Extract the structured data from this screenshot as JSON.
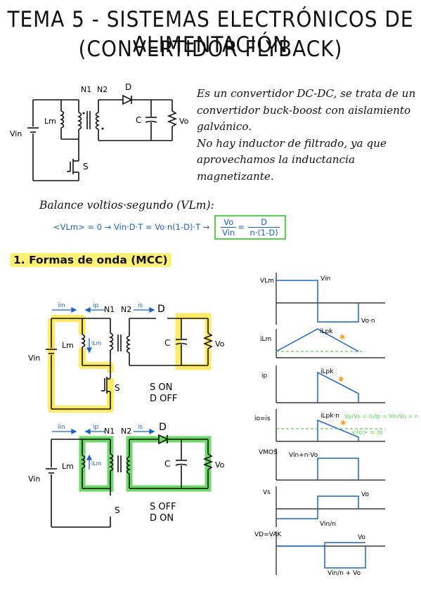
{
  "title": {
    "line1": "TEMA 5 - SISTEMAS ELECTRÓNICOS DE ALIMENTACIÓN",
    "line2": "(CONVERTIDOR FLYBACK)"
  },
  "description": {
    "p1": "Es un convertidor DC-DC, se trata de un convertidor buck-boost con aislamiento galvánico.",
    "p2": "No hay inductor de filtrado, ya que aprovechamos la inductancia magnetizante."
  },
  "balance": {
    "label": "Balance voltios·segundo (VLm):",
    "eq_left": "<VLm> = 0 → Vin·D·T = Vo·n(1-D)·T →",
    "frac1_num": "Vo",
    "frac1_den": "Vin",
    "frac2_num": "D",
    "frac2_den": "n·(1-D)"
  },
  "section1": "1. Formas de onda (MCC)",
  "circuit_top": {
    "N1": "N1",
    "N2": "N2",
    "D": "D",
    "C": "C",
    "Vo": "Vo",
    "Lm": "Lm",
    "Vin": "Vin",
    "S": "S"
  },
  "circuit_on": {
    "iin": "iin",
    "ip": "ip",
    "is": "is",
    "iLm": "iLm",
    "N1": "N1",
    "N2": "N2",
    "D": "D",
    "C": "C",
    "Vo": "Vo",
    "Lm": "Lm",
    "Vin": "Vin",
    "S": "S",
    "state1": "S ON",
    "state2": "D OFF"
  },
  "circuit_off": {
    "iin": "iin",
    "ip": "ip",
    "is": "is",
    "iLm": "iLm",
    "N1": "N1",
    "N2": "N2",
    "D": "D",
    "C": "C",
    "Vo": "Vo",
    "Lm": "Lm",
    "Vin": "Vin",
    "S": "S",
    "state1": "S OFF",
    "state2": "D ON"
  },
  "waves": {
    "vlm": "VLm",
    "vlm_hi": "Vin",
    "vlm_lo": "Vo·n",
    "ilm": "iLm",
    "ilm_pk": "iLpk",
    "ip": "ip",
    "ip_pk": "iLpk",
    "io": "io=is",
    "io_pk": "iLpk·n",
    "io_ratio": "Vp/Vs = Is/Ip = Vin/Vo = n",
    "io_avg": "<Io> = Io",
    "vmos": "VMOS",
    "vmos_val": "Vin+n·Vo",
    "vs": "Vs",
    "vs_hi": "Vo",
    "vs_lo": "Vin/n",
    "vd": "VD=VAK",
    "vd_hi": "Vo",
    "vd_lo": "Vin/n + Vo"
  },
  "colors": {
    "blue": "#1a63c9",
    "green": "#55d24d",
    "yellow": "#ffe64a",
    "orange": "#ff9a1a"
  }
}
